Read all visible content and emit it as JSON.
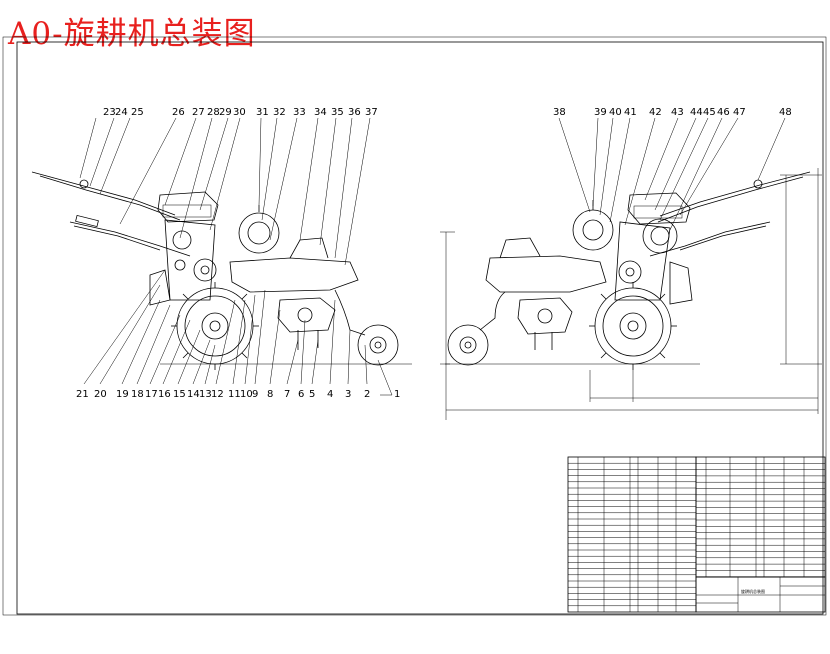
{
  "title": "A0-旋耕机总装图",
  "left_view": {
    "callouts_top": [
      "23",
      "24",
      "25",
      "26",
      "27",
      "28",
      "29",
      "30",
      "31",
      "32",
      "33",
      "34",
      "35",
      "36",
      "37"
    ],
    "callouts_bottom": [
      "21",
      "20",
      "19",
      "18",
      "17",
      "16",
      "15",
      "14",
      "13",
      "12",
      "11",
      "10",
      "9",
      "8",
      "7",
      "6",
      "5",
      "4",
      "3",
      "2",
      "1"
    ]
  },
  "right_view": {
    "callouts_top": [
      "38",
      "39",
      "40",
      "41",
      "42",
      "43",
      "44",
      "45",
      "46",
      "47",
      "48"
    ]
  },
  "title_block": {
    "drawing_name": "旋耕机总装图"
  },
  "colors": {
    "title": "#e8201e",
    "line": "#000000",
    "paper": "#ffffff"
  }
}
